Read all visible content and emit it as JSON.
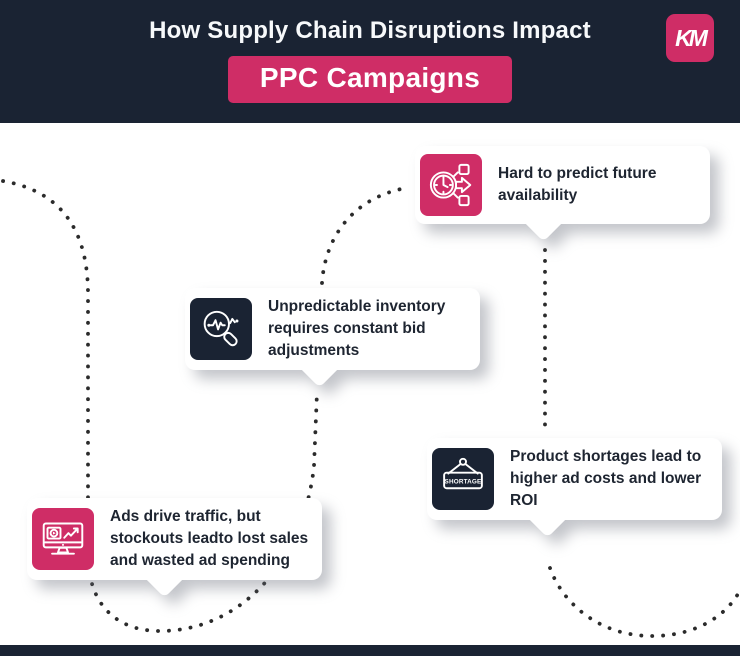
{
  "colors": {
    "navy": "#1a2333",
    "pink": "#cf2d66",
    "card_background": "#ffffff",
    "card_text": "#1e2531",
    "dotted_line": "#2b2b2b"
  },
  "header": {
    "title": "How Supply Chain Disruptions Impact",
    "badge_label": "PPC Campaigns",
    "logo_text": "KM"
  },
  "cards": [
    {
      "icon": "clock-forecast-icon",
      "icon_color": "pink",
      "label": "Hard to predict future availability"
    },
    {
      "icon": "magnifier-pulse-icon",
      "icon_color": "navy",
      "label": "Unpredictable inventory requires constant bid adjustments"
    },
    {
      "icon": "shortage-sign-icon",
      "icon_color": "navy",
      "label": "Product shortages lead to higher ad costs and lower ROI",
      "sign_text": "SHORTAGE"
    },
    {
      "icon": "monitor-ads-icon",
      "icon_color": "pink",
      "label": "Ads drive traffic, but stockouts leadto lost sales and wasted ad spending"
    }
  ]
}
